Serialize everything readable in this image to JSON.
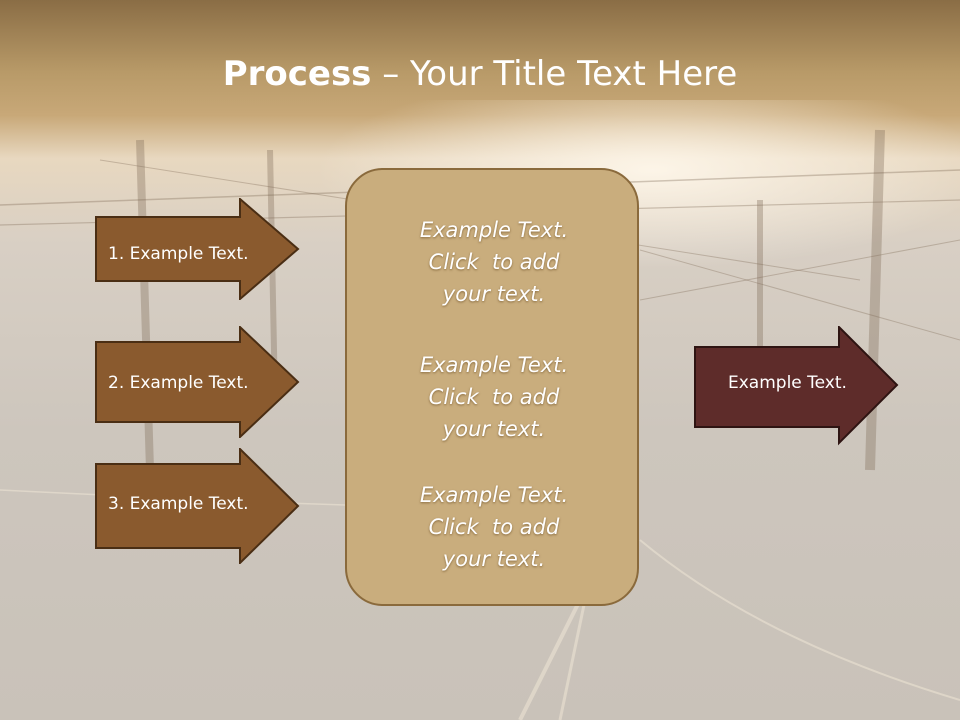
{
  "slide": {
    "title_bold": "Process",
    "title_rest": " – Your Title Text Here"
  },
  "left_arrows": [
    {
      "label": "1. Example Text."
    },
    {
      "label": "2. Example Text."
    },
    {
      "label": "3. Example Text."
    }
  ],
  "center_box": {
    "paragraphs": [
      {
        "line1": "Example Text.",
        "line2": "Click  to add",
        "line3": "your text."
      },
      {
        "line1": "Example Text.",
        "line2": "Click  to add",
        "line3": "your text."
      },
      {
        "line1": "Example Text.",
        "line2": "Click  to add",
        "line3": "your text."
      }
    ]
  },
  "right_arrow": {
    "label": "Example Text."
  },
  "colors": {
    "left_arrow_fill": "#8a5a2e",
    "right_arrow_fill": "#5e2c2a",
    "center_box_fill": "#c9ad7d",
    "title_band": "#a88a58"
  }
}
